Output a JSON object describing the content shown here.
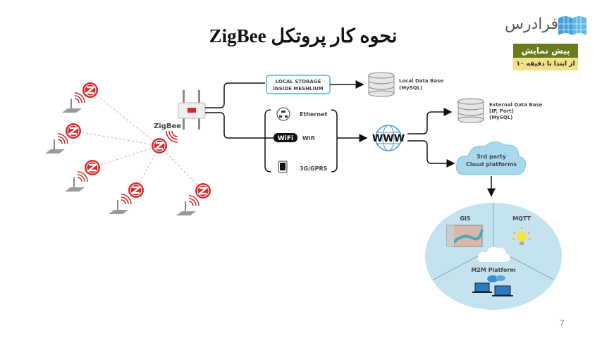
{
  "title": "نحوه کار پروتکل ZigBee",
  "logo": {
    "brand_text": "فرادرس"
  },
  "preview_badge": {
    "title": "پیش نمایش",
    "subtitle": "از ابتدا تا دقیقه ۱۰"
  },
  "diagram": {
    "zigbee_label": "ZigBee",
    "local_storage": {
      "line1": "LOCAL STORAGE",
      "line2": "INSIDE MESHLIUM"
    },
    "local_db": {
      "line1": "Local Data Base",
      "line2": "(MySQL)"
    },
    "connections": [
      {
        "icon": "ethernet-icon",
        "label": "Ethernet"
      },
      {
        "icon": "wifi-icon",
        "label": "Wifi",
        "badge": "WiFi"
      },
      {
        "icon": "mobile-icon",
        "label": "3G/GPRS"
      }
    ],
    "www_label": "WWW",
    "external_db": {
      "line1": "External Data Base",
      "line2": "[IP, Port]",
      "line3": "(MySQL)"
    },
    "cloud": {
      "line1": "3rd party",
      "line2": "Cloud platforms"
    },
    "platform": {
      "gis": "GIS",
      "mqtt": "MQTT",
      "m2m": "M2M Platform"
    }
  },
  "page_number": "7",
  "colors": {
    "zigbee_red": "#d42a2a",
    "cloud_blue": "#a9d8ee",
    "platform_blue": "#c5e2ef",
    "badge_green": "#6b7a1e",
    "badge_yellow": "#f2e08a"
  }
}
